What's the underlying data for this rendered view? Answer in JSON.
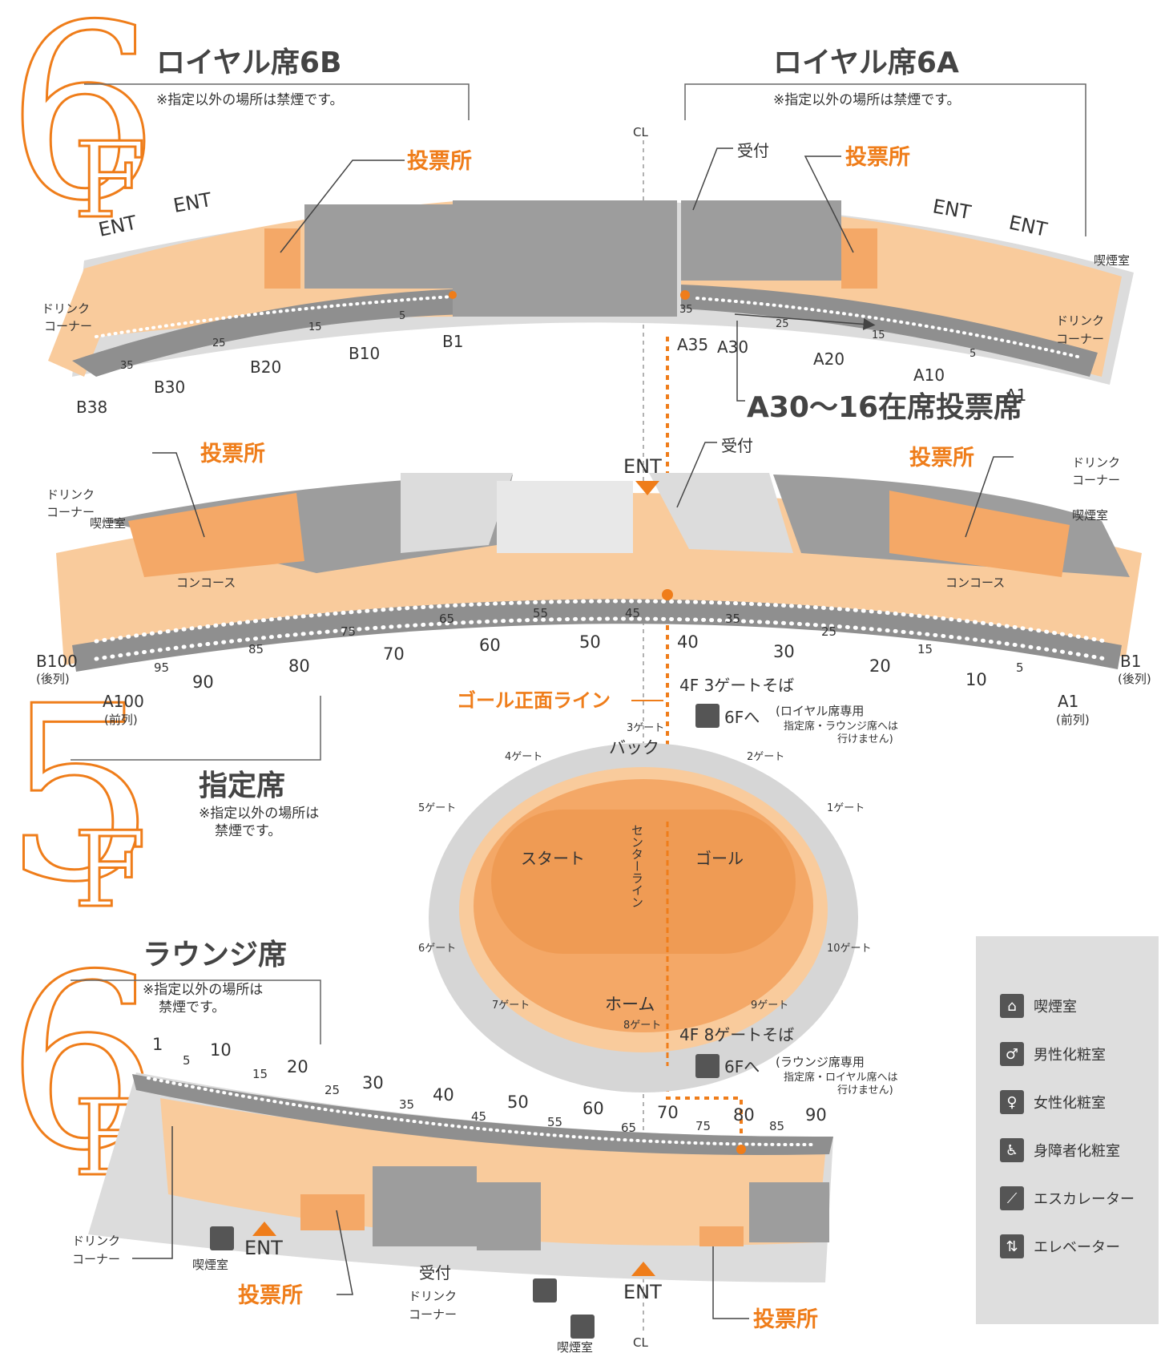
{
  "floors": {
    "top": {
      "number": "6",
      "letter": "F"
    },
    "middle": {
      "number": "5",
      "letter": "F"
    },
    "bottom": {
      "number": "6",
      "letter": "F"
    }
  },
  "royal_6b": {
    "title": "ロイヤル席6B",
    "note": "※指定以外の場所は禁煙です。",
    "vote": "投票所",
    "ent": "ENT",
    "drink": [
      "ドリンク",
      "コーナー"
    ],
    "seat_labels": [
      "B1",
      "B10",
      "B20",
      "B30",
      "B38"
    ],
    "seat_nums": [
      "5",
      "15",
      "25",
      "35"
    ]
  },
  "royal_6a": {
    "title": "ロイヤル席6A",
    "note": "※指定以外の場所は禁煙です。",
    "vote": "投票所",
    "reception": "受付",
    "ent": "ENT",
    "smoking": "喫煙室",
    "drink": [
      "ドリンク",
      "コーナー"
    ],
    "seat_labels": [
      "A35",
      "A30",
      "A20",
      "A10",
      "A1"
    ],
    "seat_nums": [
      "35",
      "25",
      "15",
      "5"
    ],
    "absentee": "A30〜16在席投票席"
  },
  "center_line": "CL",
  "floor5": {
    "vote_left": "投票所",
    "vote_right": "投票所",
    "reception": "受付",
    "ent": "ENT",
    "drink": [
      "ドリンク",
      "コーナー"
    ],
    "smoking": "喫煙室",
    "concourse": "コンコース",
    "left_labels": [
      "B100",
      "(後列)",
      "A100",
      "(前列)"
    ],
    "right_labels": [
      "B1",
      "(後列)",
      "A1",
      "(前列)"
    ],
    "seat_nums_row": [
      "95",
      "85",
      "75",
      "65",
      "55",
      "45",
      "35",
      "25",
      "15",
      "5"
    ],
    "seat_nums_big": [
      "90",
      "80",
      "70",
      "60",
      "50",
      "40",
      "30",
      "20",
      "10"
    ],
    "goal_line": "ゴール正面ライン",
    "access1": "4F 3ゲートそば",
    "access1_to": "6Fへ",
    "access1_note": "(ロイヤル席専用",
    "access1_sub": [
      "指定席・ラウンジ席へは",
      "行けません)"
    ],
    "reserved_title": "指定席",
    "reserved_note": [
      "※指定以外の場所は",
      "禁煙です。"
    ]
  },
  "track": {
    "back": "バック",
    "home": "ホーム",
    "start": "スタート",
    "goal": "ゴール",
    "center": "センターライン",
    "gates": [
      "1ゲート",
      "2ゲート",
      "3ゲート",
      "4ゲート",
      "5ゲート",
      "6ゲート",
      "7ゲート",
      "8ゲート",
      "9ゲート",
      "10ゲート"
    ]
  },
  "lounge": {
    "title": "ラウンジ席",
    "note": [
      "※指定以外の場所は",
      "禁煙です。"
    ],
    "seat_nums_big": [
      "1",
      "10",
      "20",
      "30",
      "40",
      "50",
      "60",
      "70",
      "80",
      "90"
    ],
    "seat_nums_small": [
      "5",
      "15",
      "25",
      "35",
      "45",
      "55",
      "65",
      "75",
      "85"
    ],
    "access2": "4F 8ゲートそば",
    "access2_to": "6Fへ",
    "access2_note": "(ラウンジ席専用",
    "access2_sub": [
      "指定席・ロイヤル席へは",
      "行けません)"
    ],
    "drink": [
      "ドリンク",
      "コーナー"
    ],
    "smoking": "喫煙室",
    "ent": "ENT",
    "vote": "投票所",
    "reception": "受付"
  },
  "legend": [
    {
      "icon": "smoking-room-icon",
      "label": "喫煙室"
    },
    {
      "icon": "mens-restroom-icon",
      "label": "男性化粧室"
    },
    {
      "icon": "womens-restroom-icon",
      "label": "女性化粧室"
    },
    {
      "icon": "accessible-restroom-icon",
      "label": "身障者化粧室"
    },
    {
      "icon": "escalator-icon",
      "label": "エスカレーター"
    },
    {
      "icon": "elevator-icon",
      "label": "エレベーター"
    }
  ],
  "colors": {
    "orange": "#ef7d1a",
    "light_orange": "#f9cb9c",
    "mid_orange": "#f4a867",
    "gray": "#9d9d9d",
    "dark_gray": "#6e6e6e",
    "light_gray": "#dcdcdc"
  }
}
